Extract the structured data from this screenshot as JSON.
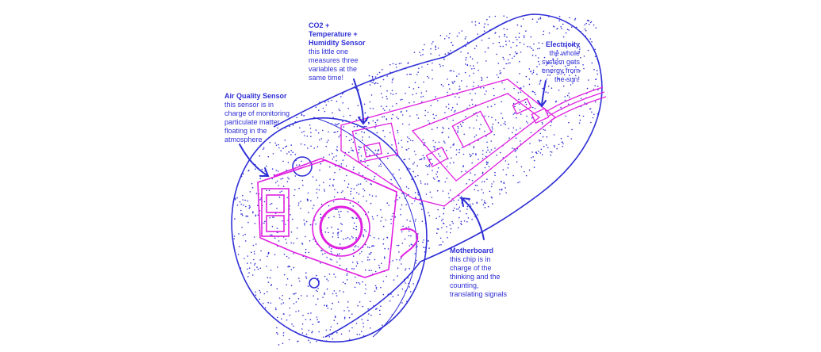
{
  "colors": {
    "blue": "#2f2fd6",
    "magenta": "#e020e0",
    "background": "#ffffff"
  },
  "annotations": {
    "air_quality": {
      "title": "Air Quality Sensor",
      "desc": "this sensor is in\ncharge of monitoring\nparticulate matter\nfloating in the\natmosphere"
    },
    "co2": {
      "title": "CO2 +\nTemperature +\nHumidity Sensor",
      "desc": "this little one\nmeasures three\nvariables at the\nsame time!"
    },
    "electricity": {
      "title": "Electricity",
      "desc": "the whole\nsystem gets\nenergy from\nthe sun!"
    },
    "motherboard": {
      "title": "Motherboard",
      "desc": "this chip is in\ncharge of the\nthinking and the\ncounting,\ntranslating signals"
    }
  }
}
